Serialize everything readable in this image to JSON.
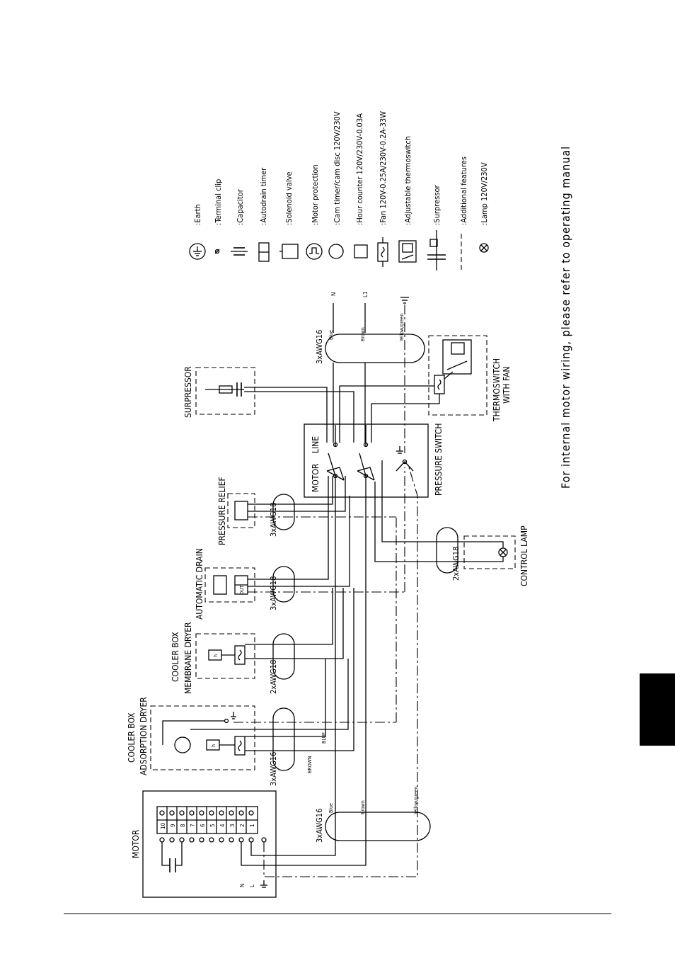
{
  "components": {
    "motor": "MOTOR",
    "cooler_adsorption_1": "COOLER BOX",
    "cooler_adsorption_2": "ADSORPTION DRYER",
    "cooler_membrane_1": "COOLER BOX",
    "cooler_membrane_2": "MEMBRANE DRYER",
    "automatic_drain": "AUTOMATIC DRAIN",
    "pressure_relief": "PRESSURE RELIEF",
    "suppressor": "SURPRESSOR",
    "pressure_switch": "PRESSURE SWITCH",
    "ps_motor": "MOTOR",
    "ps_line": "LINE",
    "thermoswitch_1": "THERMOSWITCH",
    "thermoswitch_2": "WITH FAN",
    "control_lamp": "CONTROL LAMP"
  },
  "cables": {
    "c_motor": "3xAWG16",
    "c_adsorption": "3xAWG16",
    "c_membrane": "2xAWG18",
    "c_drain": "3xAWG18",
    "c_relief": "3xAWG18",
    "c_lamp": "2xAWG18",
    "c_supply": "3xAWG16"
  },
  "wires": {
    "blue_a": "Blue",
    "brown_a": "Brown",
    "yg_a": "Yellow/green",
    "blue_b": "BLUE",
    "brown_b": "BROWN",
    "blue_c": "Blue",
    "brown_c": "Brown",
    "yg_c": "Yellow/green"
  },
  "supply": {
    "n": "N",
    "l1": "L1",
    "n2": "N",
    "l2": "L"
  },
  "terminals": [
    "10",
    "9",
    "8",
    "7",
    "6",
    "5",
    "4",
    "3",
    "2",
    "1"
  ],
  "legend": [
    {
      "icon": "earth-icon",
      "text": ":Earth"
    },
    {
      "icon": "terminal-clip-icon",
      "text": ":Terminal clip"
    },
    {
      "icon": "capacitor-icon",
      "text": ":Capacitor"
    },
    {
      "icon": "autodrain-timer-icon",
      "text": ":Autodrain timer"
    },
    {
      "icon": "solenoid-valve-icon",
      "text": ":Solenoid valve"
    },
    {
      "icon": "motor-protection-icon",
      "text": ":Motor protection"
    },
    {
      "icon": "cam-timer-icon",
      "text": ":Cam timer/cam disc 120V/230V"
    },
    {
      "icon": "hour-counter-icon",
      "text": ":Hour counter 120V/230V-0.03A"
    },
    {
      "icon": "fan-icon",
      "text": ":Fan 120V-0.25A/230V-0.2A-33W"
    },
    {
      "icon": "thermoswitch-icon",
      "text": ":Adjustable thermoswitch"
    },
    {
      "icon": "suppressor-icon",
      "text": ":Surpressor"
    },
    {
      "icon": "dashed-line-icon",
      "text": ":Additional features"
    },
    {
      "icon": "lamp-icon",
      "text": ":Lamp 120V/230V"
    }
  ],
  "icon_text": {
    "out": "OUT",
    "h": "h"
  },
  "note": "For internal motor wiring, please refer to operating manual"
}
